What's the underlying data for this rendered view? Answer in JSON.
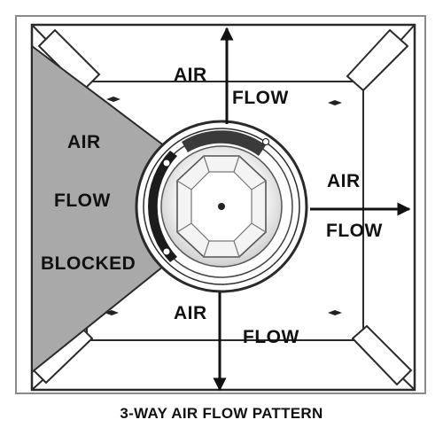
{
  "labels": {
    "top_air": "AIR",
    "top_flow": "FLOW",
    "right_air": "AIR",
    "right_flow": "FLOW",
    "bottom_air": "AIR",
    "bottom_flow": "FLOW",
    "left_air": "AIR",
    "left_flow": "FLOW",
    "left_blocked": "BLOCKED"
  },
  "caption": "3-WAY AIR FLOW PATTERN",
  "colors": {
    "blocked_region": "#a9a9a9",
    "outline": "#2a2a2a",
    "arrow": "#111111",
    "panel": "#ffffff"
  }
}
